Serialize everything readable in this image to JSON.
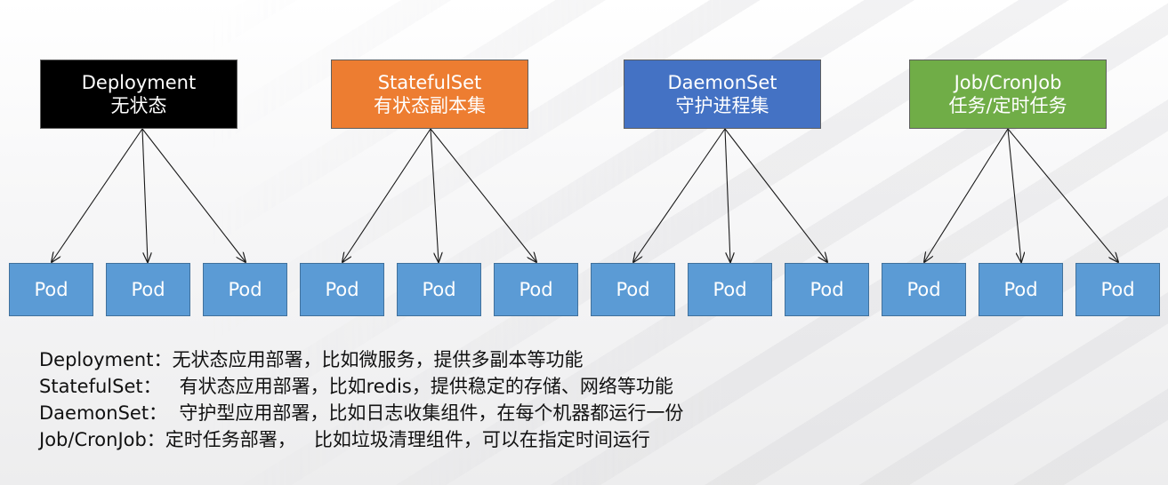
{
  "controllers": [
    {
      "name": "Deployment",
      "desc": "无状态",
      "color": "#000000"
    },
    {
      "name": "StatefulSet",
      "desc": "有状态副本集",
      "color": "#ed7d31"
    },
    {
      "name": "DaemonSet",
      "desc": "守护进程集",
      "color": "#4472c4"
    },
    {
      "name": "Job/CronJob",
      "desc": "任务/定时任务",
      "color": "#70ad47"
    }
  ],
  "pod_label": "Pod",
  "pod_color": "#5b9bd5",
  "descriptions": [
    "Deployment：无状态应用部署，比如微服务，提供多副本等功能",
    "StatefulSet：   有状态应用部署，比如redis，提供稳定的存储、网络等功能",
    "DaemonSet：  守护型应用部署，比如日志收集组件，在每个机器都运行一份",
    "Job/CronJob：定时任务部署，   比如垃圾清理组件，可以在指定时间运行"
  ]
}
